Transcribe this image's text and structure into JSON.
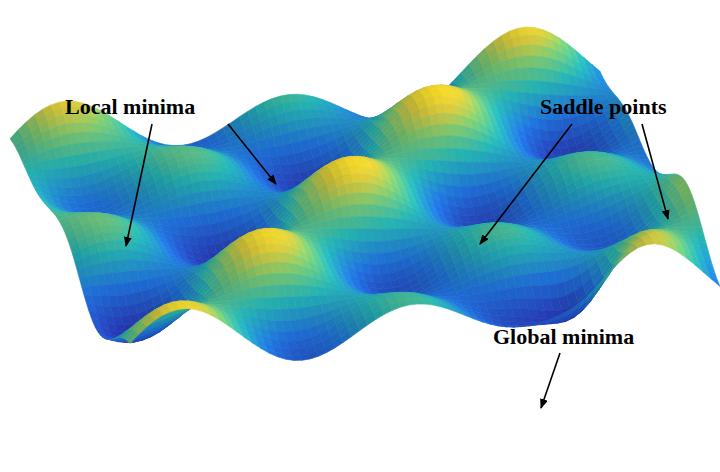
{
  "diagram": {
    "labels": [
      "Local minima",
      "Saddle points",
      "Global minima"
    ]
  }
}
